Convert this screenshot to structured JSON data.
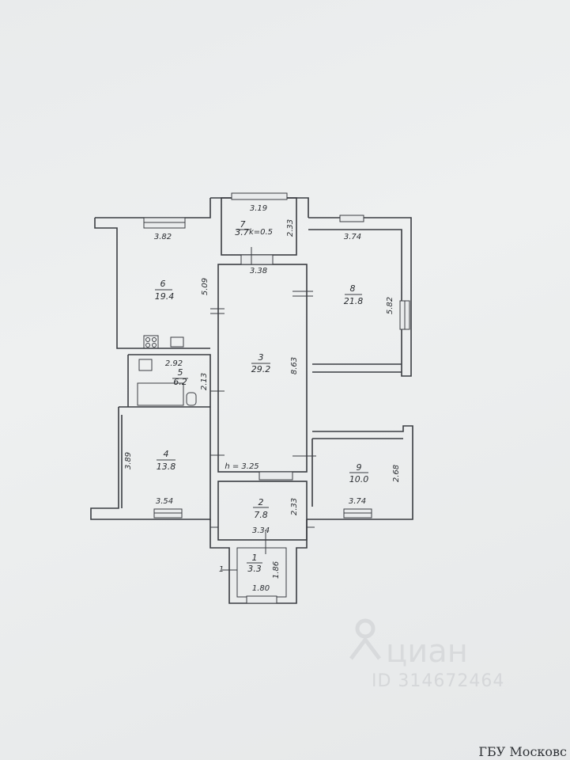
{
  "rooms": [
    {
      "id": "r1",
      "number": "1",
      "area": "3.3"
    },
    {
      "id": "r2",
      "number": "2",
      "area": "7.8"
    },
    {
      "id": "r3",
      "number": "3",
      "area": "29.2"
    },
    {
      "id": "r4",
      "number": "4",
      "area": "13.8"
    },
    {
      "id": "r5",
      "number": "5",
      "area": "6.2"
    },
    {
      "id": "r6",
      "number": "6",
      "area": "19.4"
    },
    {
      "id": "r7",
      "number": "7",
      "area": "3.7"
    },
    {
      "id": "r8",
      "number": "8",
      "area": "21.8"
    },
    {
      "id": "r9",
      "number": "9",
      "area": "10.0"
    }
  ],
  "room7_coef": "k=0.5",
  "dimensions": {
    "d_382": "3.82",
    "d_509": "5.09",
    "d_319": "3.19",
    "d_233a": "2.33",
    "d_338": "3.38",
    "d_374a": "3.74",
    "d_582": "5.82",
    "d_292": "2.92",
    "d_213": "2.13",
    "d_863": "8.63",
    "d_389": "3.89",
    "d_354": "3.54",
    "d_h325": "h = 3.25",
    "d_233b": "2.33",
    "d_334": "3.34",
    "d_268": "2.68",
    "d_374b": "3.74",
    "d_186": "1.86",
    "d_180": "1.80"
  },
  "entrance_marker": "1",
  "watermark": {
    "brand": "циан",
    "id": "ID 314672464"
  },
  "footer": "ГБУ Московс"
}
